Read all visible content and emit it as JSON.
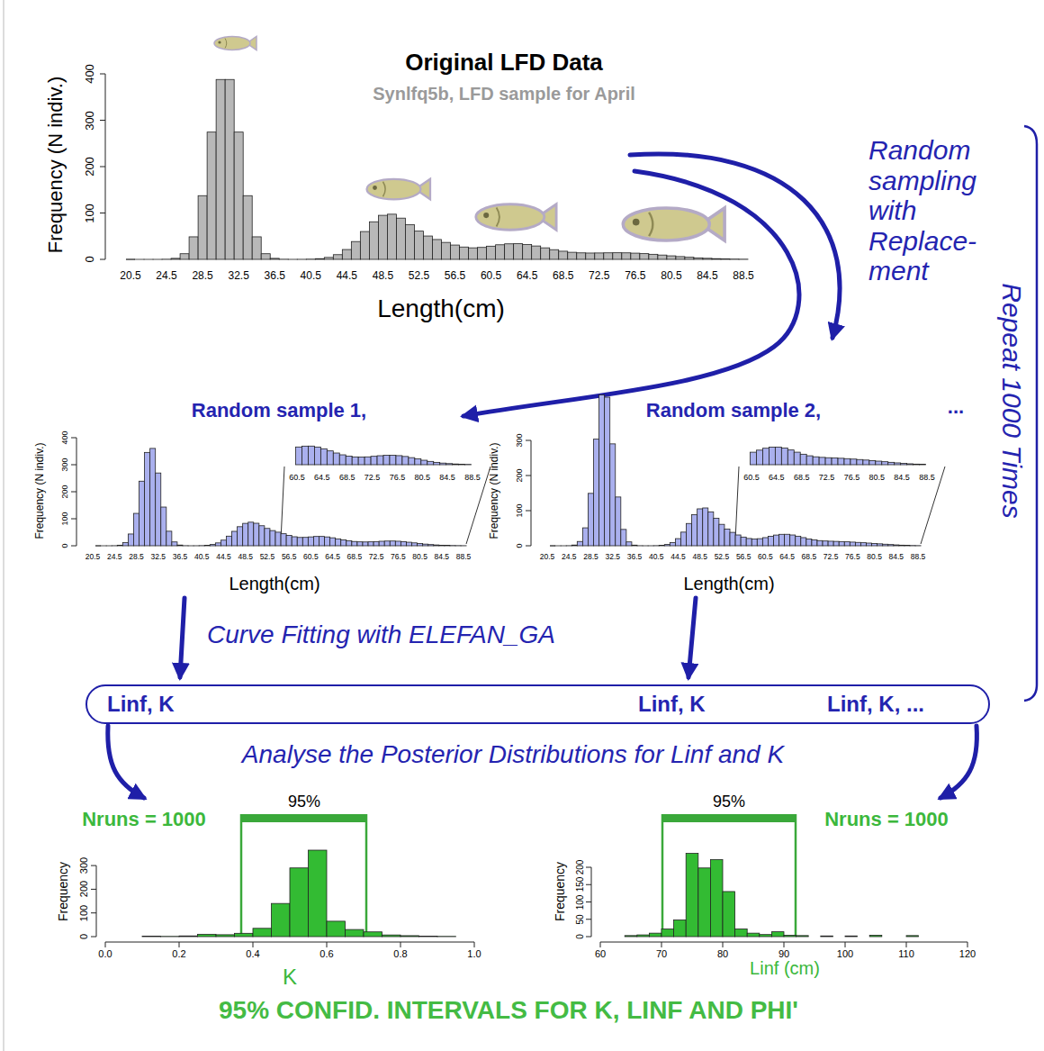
{
  "diagram": {
    "title": "Original LFD Data",
    "caption": "95% CONFID. INTERVALS FOR K, LINF AND PHI'",
    "nodes": [
      {
        "text": [
          "Linf, K",
          "Linf, K",
          "Linf, K, ..."
        ]
      }
    ],
    "labels": [
      "Synlfq5b, LFD sample for April",
      "Frequency (N indiv.)",
      "0",
      "100",
      "200",
      "300",
      "400",
      "20.5",
      "24.5",
      "28.5",
      "32.5",
      "36.5",
      "40.5",
      "44.5",
      "48.5",
      "52.5",
      "56.5",
      "60.5",
      "64.5",
      "68.5",
      "72.5",
      "76.5",
      "80.5",
      "84.5",
      "88.5",
      "Length(cm)",
      "Random sampling with Replace- ment",
      "Repeat 1000 Times",
      "Random sample 1,",
      "Random sample 2,",
      "...",
      "Frequency (N indiv.)",
      "0",
      "100",
      "200",
      "300",
      "400",
      "20.5",
      "24.5",
      "28.5",
      "32.5",
      "36.5",
      "40.5",
      "44.5",
      "48.5",
      "52.5",
      "56.5",
      "60.5",
      "64.5",
      "68.5",
      "72.5",
      "76.5",
      "80.5",
      "84.5",
      "88.5",
      "60.5",
      "64.5",
      "68.5",
      "72.5",
      "76.5",
      "80.5",
      "84.5",
      "88.5",
      "Length(cm)",
      "Frequency (N indiv.)",
      "0",
      "100",
      "200",
      "300",
      "20.5",
      "24.5",
      "28.5",
      "32.5",
      "36.5",
      "40.5",
      "44.5",
      "48.5",
      "52.5",
      "56.5",
      "60.5",
      "64.5",
      "68.5",
      "72.5",
      "76.5",
      "80.5",
      "84.5",
      "88.5",
      "60.5",
      "64.5",
      "68.5",
      "72.5",
      "76.5",
      "80.5",
      "84.5",
      "88.5",
      "Length(cm)",
      "Curve Fitting with ELEFAN_GA",
      "Analyse the Posterior Distributions for Linf and K",
      "95%",
      "Nruns = 1000",
      "Frequency",
      "0",
      "100",
      "200",
      "300",
      "0.0",
      "0.2",
      "0.4",
      "0.6",
      "0.8",
      "1.0",
      "K",
      "95%",
      "Nruns = 1000",
      "Frequency",
      "0",
      "50",
      "100",
      "150",
      "200",
      "60",
      "70",
      "80",
      "90",
      "100",
      "110",
      "120",
      "Linf (cm)"
    ]
  }
}
